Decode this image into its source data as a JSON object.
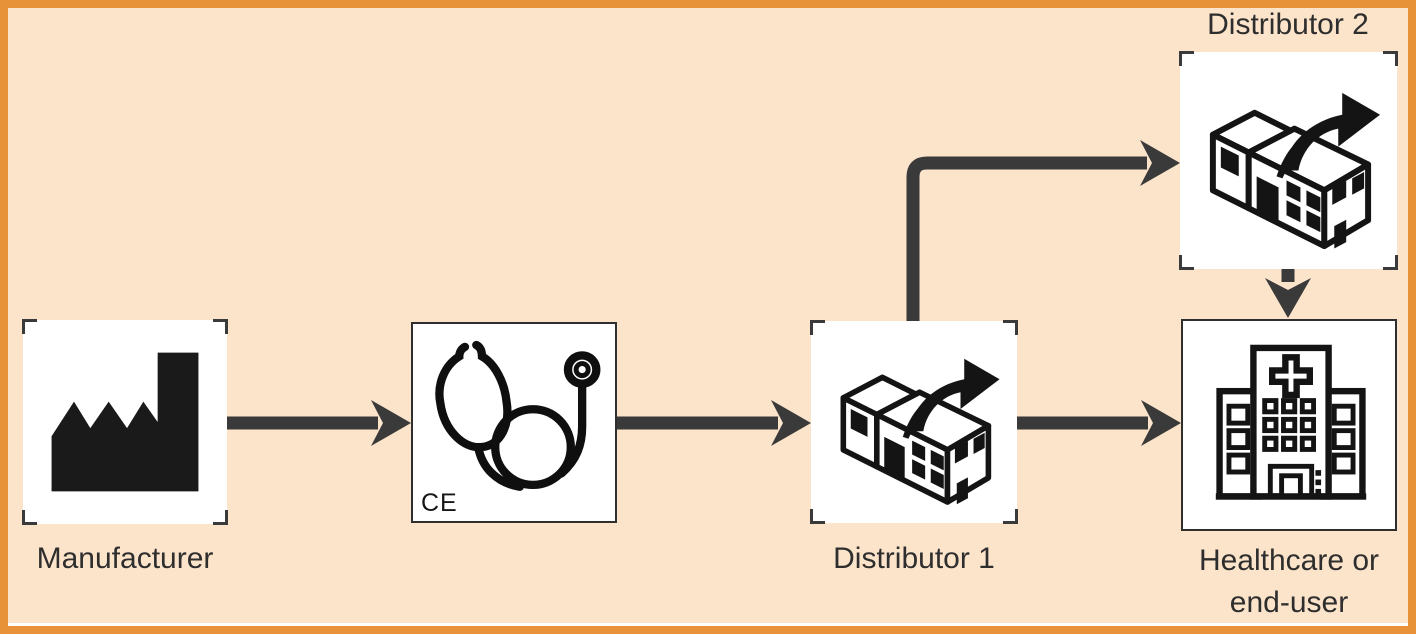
{
  "frame": {
    "border_color": "#e79138",
    "background_color": "#fce4cb",
    "connector_color": "#3a3a3a",
    "node_background": "#ffffff",
    "text_color": "#2e2e2e"
  },
  "nodes": {
    "manufacturer": {
      "label": "Manufacturer",
      "icon": "factory-icon"
    },
    "device": {
      "icon": "stethoscope-icon",
      "ce_mark": "CE"
    },
    "distributor1": {
      "label": "Distributor 1",
      "icon": "warehouse-dispatch-icon"
    },
    "distributor2": {
      "label": "Distributor 2",
      "icon": "warehouse-dispatch-icon"
    },
    "healthcare": {
      "label_line1": "Healthcare or",
      "label_line2": "end-user",
      "icon": "hospital-icon"
    }
  },
  "connectors": [
    {
      "from": "manufacturer",
      "to": "device",
      "style": "straight-right-arrow"
    },
    {
      "from": "device",
      "to": "distributor1",
      "style": "straight-right-arrow"
    },
    {
      "from": "distributor1",
      "to": "healthcare",
      "style": "straight-right-arrow"
    },
    {
      "from": "distributor1",
      "to": "distributor2",
      "style": "elbow-up-right-arrow"
    },
    {
      "from": "distributor2",
      "to": "healthcare",
      "style": "straight-down-arrow"
    }
  ]
}
